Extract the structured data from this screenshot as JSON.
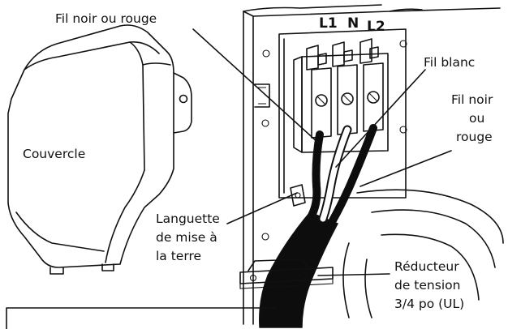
{
  "labels": {
    "wire_black_red_top": "Fil noir ou rouge",
    "cover": "Couvercle",
    "terminal_l1": "L1",
    "terminal_n": "N",
    "terminal_l2": "L2",
    "wire_white": "Fil blanc",
    "wire_black_red_right": [
      "Fil noir",
      "ou",
      "rouge"
    ],
    "ground_tab": [
      "Languette",
      "de mise à",
      "la terre"
    ],
    "strain_relief": [
      "Réducteur",
      "de tension",
      "3/4 po (UL)"
    ]
  },
  "colors": {
    "ink": "#111111",
    "background": "#ffffff",
    "cable": "#0d0d0d"
  }
}
